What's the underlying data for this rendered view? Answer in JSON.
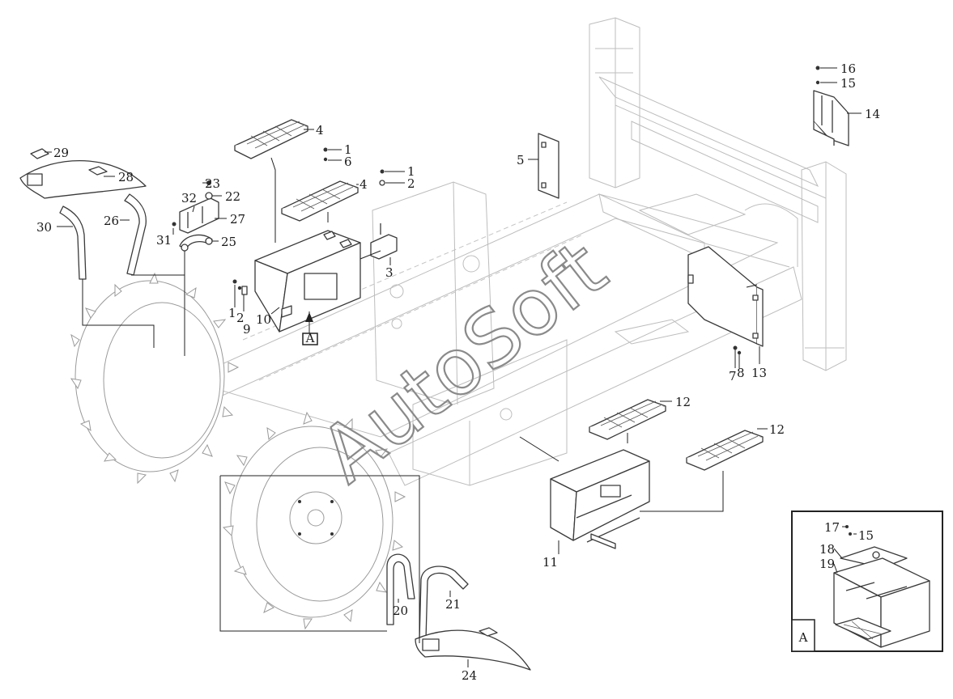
{
  "callouts": {
    "c1a": "1",
    "c6": "6",
    "c4a": "4",
    "c4b": "4",
    "c1b": "1",
    "c2b": "2",
    "c3": "3",
    "c5": "5",
    "c16": "16",
    "c15": "15",
    "c14": "14",
    "c29": "29",
    "c28": "28",
    "c30": "30",
    "c26": "26",
    "c23": "23",
    "c22": "22",
    "c32": "32",
    "c27": "27",
    "c31": "31",
    "c25": "25",
    "c1c": "1",
    "c2c": "2",
    "c9": "9",
    "c10": "10",
    "c7": "7",
    "c8": "8",
    "c13": "13",
    "c12a": "12",
    "c12b": "12",
    "c11": "11",
    "c20": "20",
    "c21": "21",
    "c24": "24",
    "c17": "17",
    "c15b": "15",
    "c18": "18",
    "c19": "19"
  },
  "view_marker_label": "A",
  "inset_label": "A",
  "watermark": "AutoSoft"
}
